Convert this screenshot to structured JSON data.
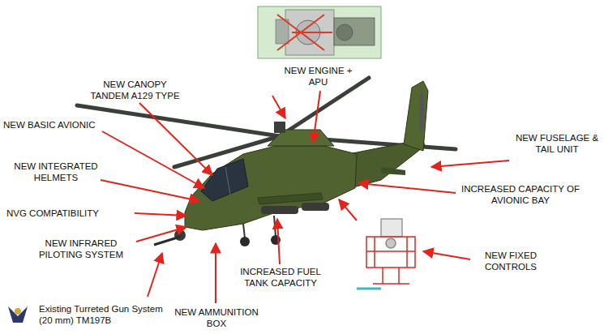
{
  "diagram": {
    "labels": [
      "NEW ENGINE + APU",
      "NEW CANOPY TANDEM A129 TYPE",
      "NEW BASIC AVIONIC",
      "NEW INTEGRATED HELMETS",
      "NVG COMPATIBILITY",
      "NEW INFRARED PILOTING SYSTEM",
      "Existing Turreted Gun System (20 mm) TM197B",
      "NEW AMMUNITION BOX",
      "INCREASED FUEL TANK CAPACITY",
      "NEW FIXED CONTROLS",
      "INCREASED CAPACITY OF AVIONIC BAY",
      "NEW FUSELAGE & TAIL UNIT"
    ]
  }
}
